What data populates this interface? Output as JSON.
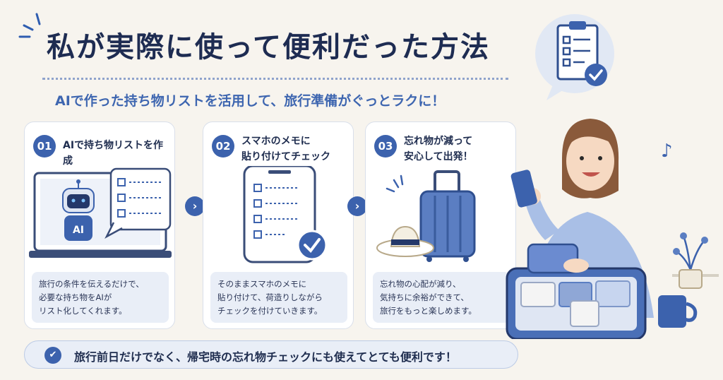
{
  "header": {
    "title": "私が実際に使って便利だった方法",
    "subtitle": "AIで作った持ち物リストを活用して、旅行準備がぐっとラクに！"
  },
  "steps": [
    {
      "number": "01",
      "title": "AIで持ち物リストを作成",
      "ai_label": "AI",
      "desc": [
        "旅行の条件を伝えるだけで、",
        "必要な持ち物をAIが",
        "リスト化してくれます。"
      ]
    },
    {
      "number": "02",
      "title": [
        "スマホのメモに",
        "貼り付けてチェック"
      ],
      "desc": [
        "そのままスマホのメモに",
        "貼り付けて、荷造りしながら",
        "チェックを付けていきます。"
      ]
    },
    {
      "number": "03",
      "title": [
        "忘れ物が減って",
        "安心して出発！"
      ],
      "desc": [
        "忘れ物の心配が減り、",
        "気持ちに余裕ができて、",
        "旅行をもっと楽しめます。"
      ]
    }
  ],
  "footer": {
    "text": "旅行前日だけでなく、帰宅時の忘れ物チェックにも使えてとても便利です！"
  },
  "icons": {
    "arrow": "chevron-right-icon",
    "check": "check-icon"
  },
  "colors": {
    "accent": "#3c62ad",
    "title": "#1e2c52",
    "subtitle": "#3e66b0",
    "background": "#f7f4ee",
    "panel": "#e9eef7"
  }
}
